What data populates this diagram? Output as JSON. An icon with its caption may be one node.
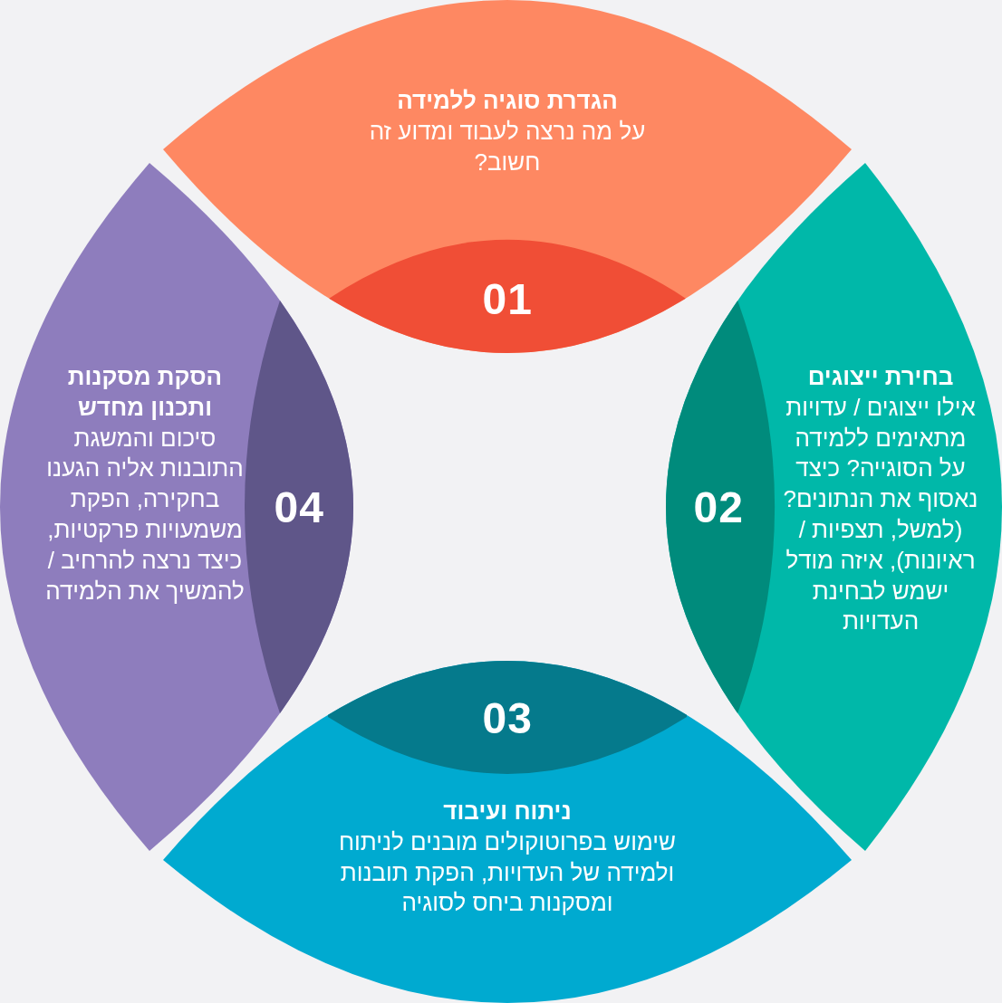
{
  "diagram": {
    "nodes": [
      {
        "text": [
          "הגדרת סוגיה ללמידה",
          "על מה נרצה לעבוד ומדוע זה חשוב?"
        ]
      },
      {
        "text": [
          "01"
        ],
        "in": 0
      },
      {
        "text": [
          "בחירת ייצוגים",
          "אילו ייצוגים / עדויות מתאימים ללמידה על הסוגייה? כיצד נאסוף את הנתונים? (למשל, תצפיות / ראיונות), איזה מודל ישמש לבחינת העדויות"
        ]
      },
      {
        "text": [
          "02"
        ],
        "in": 2
      },
      {
        "text": [
          "ניתוח ועיבוד",
          "שימוש בפרוטוקולים מובנים לניתוח ולמידה של העדויות, הפקת תובנות ומסקנות ביחס לסוגיה"
        ]
      },
      {
        "text": [
          "03"
        ],
        "in": 4
      },
      {
        "text": [
          "הסקת מסקנות ותכנון מחדש",
          "סיכום והמשגת התובנות אליה הגענו בחקירה, הפקת משמעויות פרקטיות, כיצד נרצה להרחיב / להמשיך את הלמידה"
        ]
      },
      {
        "text": [
          "04"
        ],
        "in": 6
      }
    ]
  }
}
